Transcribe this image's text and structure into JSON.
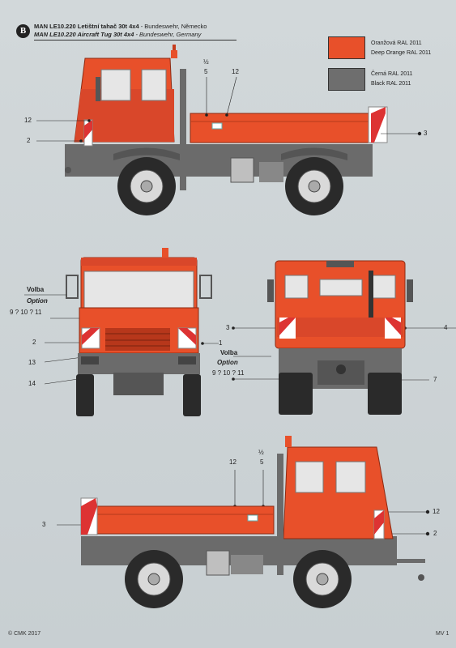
{
  "header": {
    "badge": "B",
    "title_cz_bold": "MAN LE10.220 Letištní tahač 30t 4x4",
    "title_cz_rest": " - Bundeswehr, Německo",
    "title_en_bold": "MAN LE10.220 Aircraft Tug 30t 4x4",
    "title_en_rest": " - Bundeswehr, Germany"
  },
  "legend": [
    {
      "cz": "Oranžová RAL 2011",
      "en": "Deep Orange RAL 2011",
      "color": "#e8502a"
    },
    {
      "cz": "Černá RAL 2011",
      "en": "Black RAL 2011",
      "color": "#6e6e6e"
    }
  ],
  "callouts": {
    "side1": {
      "half": "½",
      "five": "5",
      "twelve_top": "12",
      "twelve_left": "12",
      "two": "2",
      "three": "3"
    },
    "front": {
      "volba": "Volba",
      "option": "Option",
      "nums": "9 ? 10 ? 11",
      "two": "2",
      "thirteen": "13",
      "fourteen": "14"
    },
    "rear": {
      "three": "3",
      "four": "4",
      "one": "1",
      "volba": "Volba",
      "option": "Option",
      "nums": "9 ? 10 ? 11",
      "seven": "7"
    },
    "side2": {
      "twelve_top": "12",
      "half": "½",
      "five": "5",
      "three": "3",
      "twelve_right": "12",
      "two": "2"
    }
  },
  "footer": {
    "copyright": "© CMK 2017",
    "page": "MV 1"
  },
  "colors": {
    "orange": "#e8502a",
    "dark_orange": "#c63d1e",
    "grey": "#6b6b6b",
    "dark_grey": "#3d3d3d",
    "tyre": "#2a2a2a",
    "glass": "#e6e6e6"
  }
}
